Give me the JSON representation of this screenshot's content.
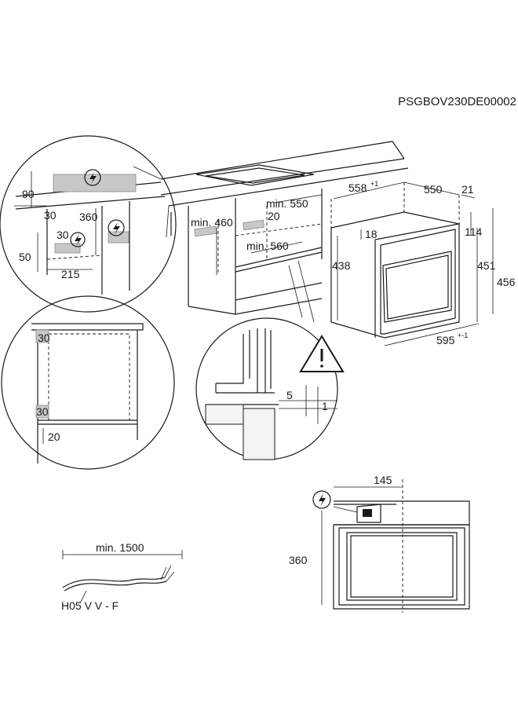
{
  "document_code": "PSGBOV230DE00002",
  "dimensions": {
    "d90": "90",
    "d30_top": "30",
    "d360_left": "360",
    "d30_mid": "30",
    "d50": "50",
    "d215": "215",
    "min460": "min. 460",
    "min550": "min. 550",
    "d20_niche": "20",
    "min560": "min. 560",
    "d558": "558",
    "d558_tol": "+1",
    "d550": "550",
    "d21": "21",
    "d18": "18",
    "d114": "114",
    "d438": "438",
    "d451": "451",
    "d456": "456",
    "d595": "595",
    "d595_tol": "+-1",
    "d30_side_top": "30",
    "d30_side_bottom": "30",
    "d20_side": "20",
    "d5": "5",
    "d1": "1",
    "d145": "145",
    "d360_front": "360",
    "min1500": "min. 1500"
  },
  "cable_type": "H05 V V - F",
  "icons": [
    "electric-connection-icon",
    "warning-triangle-icon",
    "cable-icon"
  ]
}
